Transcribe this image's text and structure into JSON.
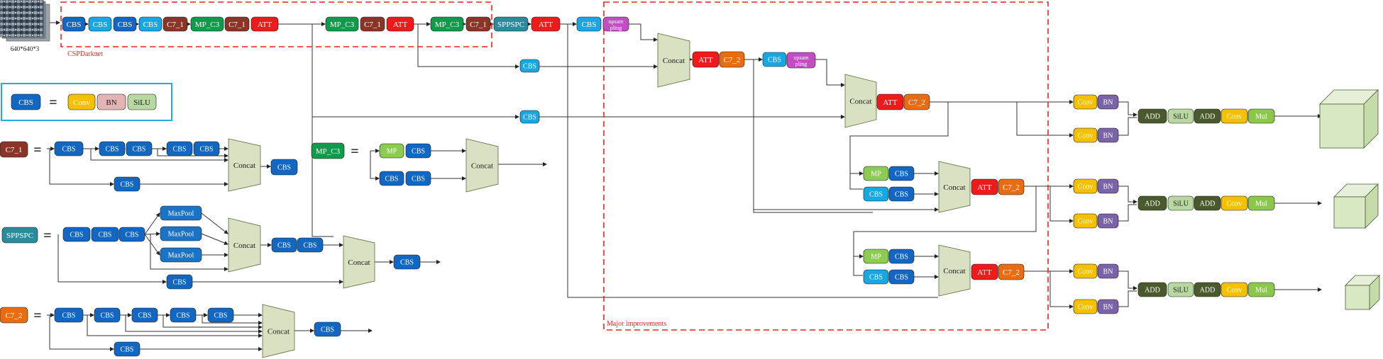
{
  "colors": {
    "CBS": "#1167c2",
    "CBS_light": "#17a8e3",
    "C7_1": "#8b3528",
    "MP_C3": "#0e9b4b",
    "ATT": "#ef1b1b",
    "SPPSPC": "#2b8a9c",
    "upsampling": "#c34ec3",
    "C7_2": "#e86c12",
    "Conv": "#f4c000",
    "BN_pink": "#e3b4b4",
    "BN_purple": "#7a63a6",
    "SiLU": "#b9d7a0",
    "MP_green": "#8ccc50",
    "MaxPool": "#1b73c6",
    "ADD": "#4b5a2c",
    "Mul": "#8bc84a",
    "Concat_fill": "#d8e2c2",
    "Concat_stroke": "#5a6a3a",
    "dashed_box": "#ee2222",
    "legend_border": "#27a9e1",
    "cube_fill": "#d8e8c3"
  },
  "image_label": "640*640*3",
  "region_labels": {
    "backbone": "CSPDarknet",
    "improvements": "Major improvements"
  },
  "backbone_row": [
    "CBS",
    "CBS",
    "CBS",
    "CBS",
    "C7_1",
    "MP_C3",
    "C7_1",
    "ATT",
    "MP_C3",
    "C7_1",
    "ATT",
    "MP_C3",
    "C7_1",
    "SPPSPC",
    "ATT",
    "CBS",
    "upsam pling"
  ],
  "legend": {
    "key": "CBS",
    "equals": "=",
    "parts": [
      "Conv",
      "BN",
      "SiLU"
    ]
  },
  "c7_1_def": {
    "name": "C7_1",
    "equals": "=",
    "blocks": [
      "CBS",
      "CBS",
      "CBS",
      "CBS",
      "CBS",
      "CBS"
    ],
    "concat": "Concat",
    "out": "CBS"
  },
  "mp_c3_def": {
    "name": "MP_C3",
    "equals": "=",
    "blocks": [
      "MP",
      "CBS",
      "CBS",
      "CBS"
    ],
    "concat": "Concat"
  },
  "sppspc_def": {
    "name": "SPPSPC",
    "equals": "=",
    "blocks": [
      "CBS",
      "CBS",
      "CBS"
    ],
    "pools": [
      "MaxPool",
      "MaxPool",
      "MaxPool"
    ],
    "concat1": "Concat",
    "mid": [
      "CBS",
      "CBS"
    ],
    "concat2": "Concat",
    "out": "CBS",
    "side": "CBS"
  },
  "c7_2_def": {
    "name": "C7_2",
    "equals": "=",
    "blocks": [
      "CBS",
      "CBS",
      "CBS",
      "CBS",
      "CBS"
    ],
    "side": "CBS",
    "concat": "Concat",
    "out": "CBS"
  },
  "neck": {
    "branch_cbs": [
      "CBS",
      "CBS"
    ],
    "concat": "Concat",
    "att": "ATT",
    "c7_2": "C7_2",
    "cbs": "CBS",
    "upsample": "upsam pling",
    "mp": "MP"
  },
  "head": {
    "top": [
      "Conv",
      "BN"
    ],
    "bottom": [
      "Conv",
      "BN"
    ],
    "chain": [
      "ADD",
      "SiLU",
      "ADD",
      "Conv",
      "Mul"
    ]
  }
}
